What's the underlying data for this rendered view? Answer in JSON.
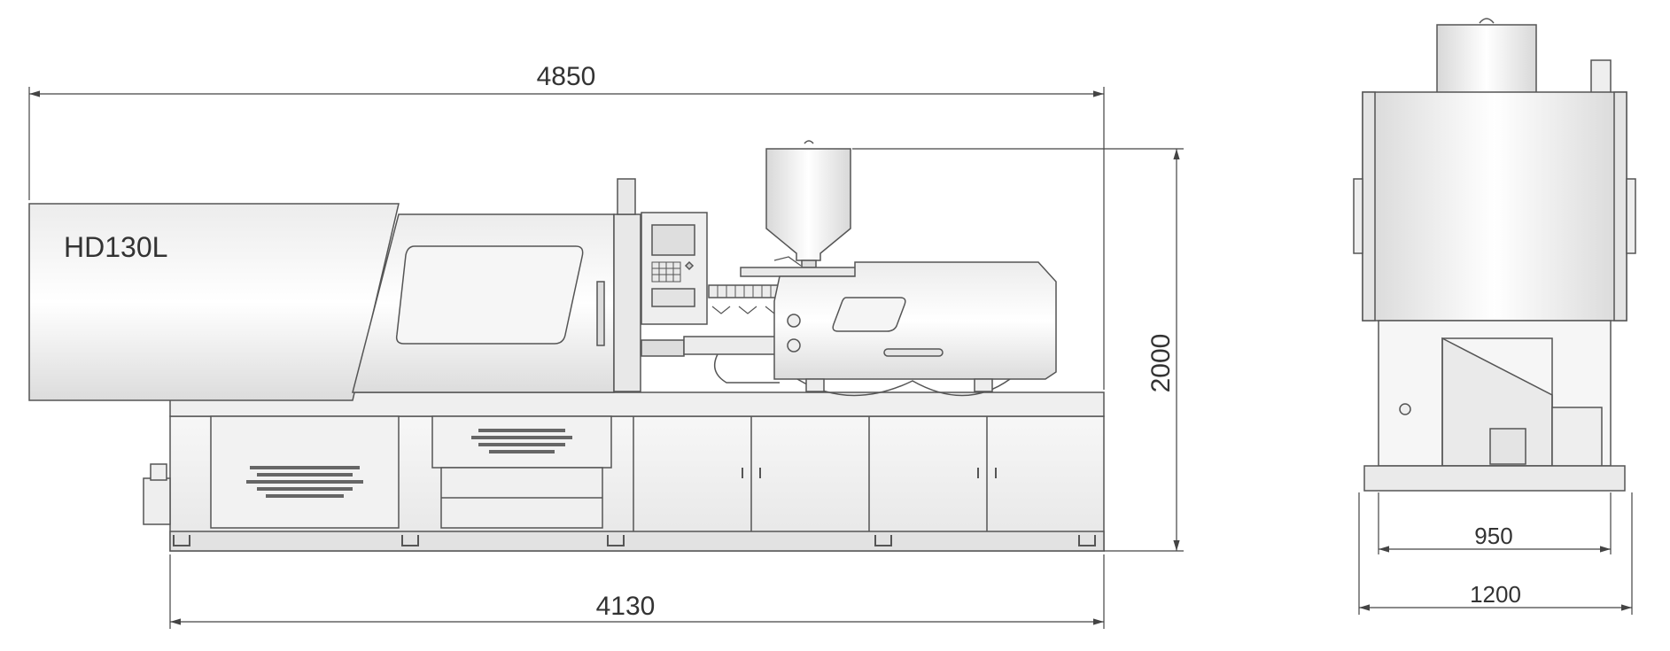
{
  "model_label": "HD130L",
  "dimensions": {
    "overall_length": "4850",
    "base_length": "4130",
    "height": "2000",
    "inner_width": "950",
    "outer_width": "1200"
  },
  "colors": {
    "line": "#555555",
    "fill_light": "#f4f4f4",
    "fill_mid": "#e4e4e4",
    "fill_dark": "#cfcfcf",
    "text": "#333333"
  }
}
